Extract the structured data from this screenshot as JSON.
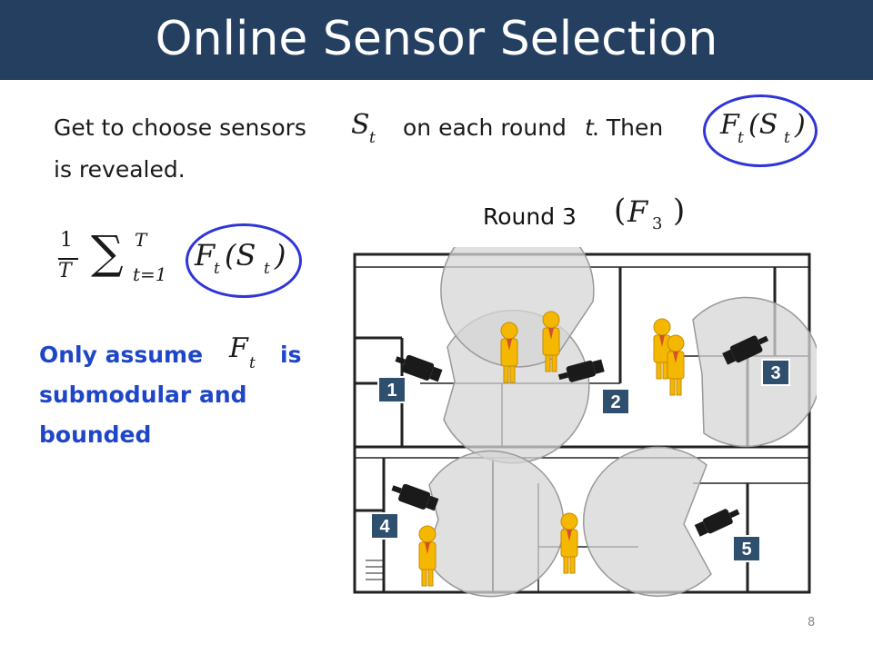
{
  "slide": {
    "title": "Online Sensor Selection",
    "page_number": "8",
    "line1_prefix": "Get to choose sensors",
    "line1_math_S": "S",
    "line1_math_sub": "t",
    "line1_mid": "on each round",
    "line1_t": "t",
    "line1_then": ". Then",
    "line1_math_F": "F",
    "line1_math_F_sub": "t",
    "line1_math_args": "(S",
    "line1_math_args_sub": "t",
    "line1_math_close": ")",
    "line2": "is revealed.",
    "avg_fraction_num": "1",
    "avg_fraction_den": "T",
    "avg_sum": "∑",
    "avg_sum_top": "T",
    "avg_sum_bottom": "t=1",
    "avg_F": "F",
    "avg_F_sub": "t",
    "avg_args": "(S",
    "avg_args_sub": "t",
    "avg_close": ")",
    "assumption_line1_a": "Only assume",
    "assumption_math_F": "F",
    "assumption_math_sub": "t",
    "assumption_line1_b": "is",
    "assumption_line2": "submodular and",
    "assumption_line3": "bounded",
    "round_label": "Round 3",
    "round_math_open": "(F",
    "round_math_sub": "3",
    "round_math_close": ")"
  },
  "sensors": [
    {
      "label": "1"
    },
    {
      "label": "2"
    },
    {
      "label": "3"
    },
    {
      "label": "4"
    },
    {
      "label": "5"
    }
  ],
  "colors": {
    "title_bar": "#243f60",
    "ellipse": "#2f35d8",
    "blue_text": "#1f46c8",
    "badge": "#2f4f6f",
    "person_body": "#f5b800",
    "person_tie": "#d2522a",
    "coverage": "#d3d3d3"
  }
}
